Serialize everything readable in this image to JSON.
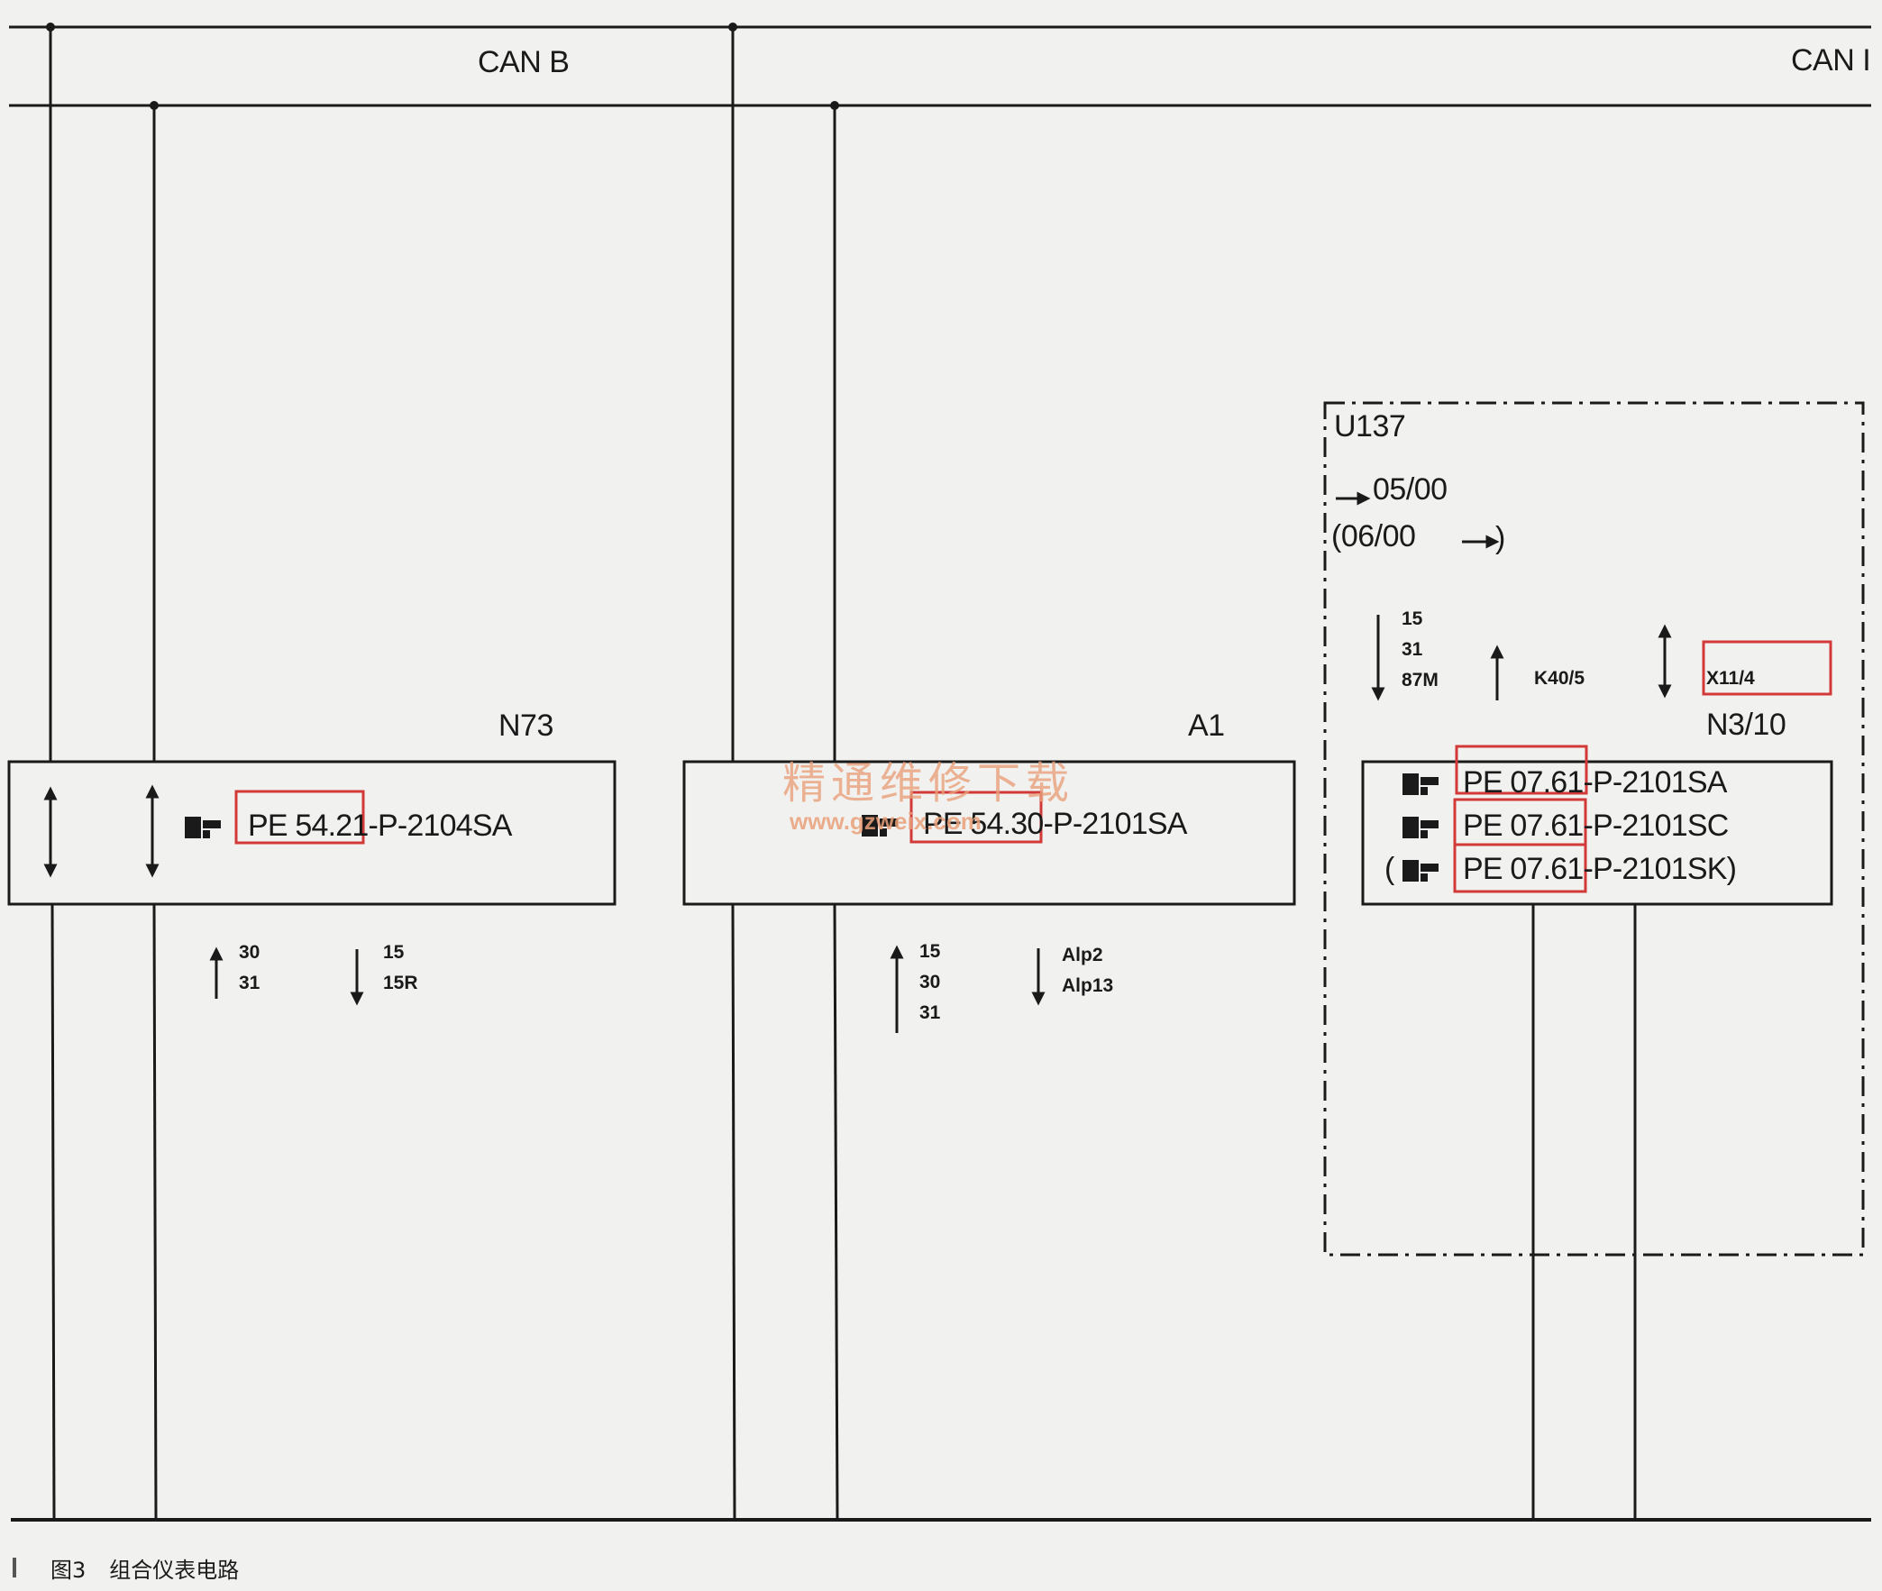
{
  "bus": {
    "can_b": "CAN B",
    "can_right": "CAN I"
  },
  "n73": {
    "name": "N73",
    "ref": "PE 54.21-P-2104SA",
    "sig_left": [
      "30",
      "31"
    ],
    "sig_right": [
      "15",
      "15R"
    ]
  },
  "a1": {
    "name": "A1",
    "ref": "PE 54.30-P-2101SA",
    "sig_left": [
      "15",
      "30",
      "31"
    ],
    "sig_right": [
      "Alp2",
      "Alp13"
    ]
  },
  "u137": {
    "code": "U137",
    "from": "05/00",
    "until": "(06/00",
    "close": ")",
    "sig_a": [
      "15",
      "31",
      "87M"
    ],
    "sig_b": "K40/5",
    "sig_c": "X11/4",
    "n310": {
      "name": "N3/10",
      "refs": [
        "PE 07.61-P-2101SA",
        "PE 07.61-P-2101SC",
        "PE 07.61-P-2101SK)"
      ],
      "ref_open": "("
    }
  },
  "watermark": {
    "line1": "精通维修下载",
    "line2": "www.gzweix.com"
  },
  "caption": {
    "fig": "图3",
    "title": "组合仪表电路"
  },
  "colors": {
    "line": "#1a1a1a",
    "highlight": "#d23a3a",
    "watermark": "#e9a07a"
  }
}
